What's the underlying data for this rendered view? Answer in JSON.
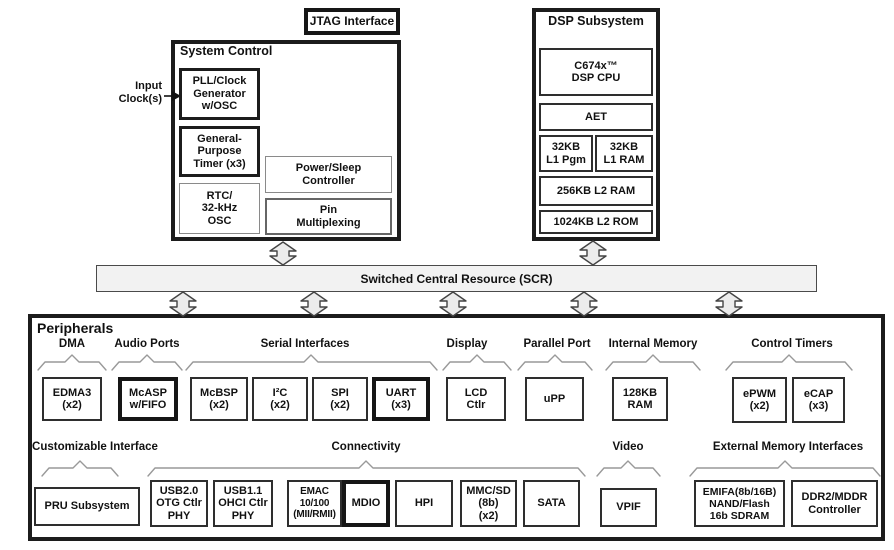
{
  "jtag": {
    "label": "JTAG Interface"
  },
  "input_clock": {
    "label": "Input\nClock(s)"
  },
  "system_control": {
    "title": "System Control",
    "pll": "PLL/Clock\nGenerator\nw/OSC",
    "gp_timer": "General-\nPurpose\nTimer (x3)",
    "rtc": "RTC/\n32-kHz\nOSC",
    "power_sleep": "Power/Sleep\nController",
    "pin_mux": "Pin\nMultiplexing"
  },
  "dsp": {
    "title": "DSP Subsystem",
    "cpu": "C674x™\nDSP CPU",
    "aet": "AET",
    "l1_pgm": "32KB\nL1 Pgm",
    "l1_ram": "32KB\nL1 RAM",
    "l2_ram": "256KB L2 RAM",
    "l2_rom": "1024KB L2 ROM"
  },
  "scr": {
    "label": "Switched Central Resource (SCR)"
  },
  "peripherals": {
    "title": "Peripherals",
    "groups": {
      "dma": {
        "label": "DMA",
        "edma3": "EDMA3\n(x2)"
      },
      "audio": {
        "label": "Audio Ports",
        "mcasp": "McASP\nw/FIFO"
      },
      "serial": {
        "label": "Serial Interfaces",
        "mcbsp": "McBSP\n(x2)",
        "i2c": "I²C\n(x2)",
        "spi": "SPI\n(x2)",
        "uart": "UART\n(x3)"
      },
      "display": {
        "label": "Display",
        "lcd": "LCD\nCtlr"
      },
      "parallel": {
        "label": "Parallel Port",
        "upp": "uPP"
      },
      "internal_memory": {
        "label": "Internal Memory",
        "ram": "128KB\nRAM"
      },
      "control_timers": {
        "label": "Control Timers",
        "epwm": "ePWM\n(x2)",
        "ecap": "eCAP\n(x3)"
      },
      "customizable": {
        "label": "Customizable Interface",
        "pru": "PRU Subsystem"
      },
      "connectivity": {
        "label": "Connectivity",
        "usb20": "USB2.0\nOTG Ctlr\nPHY",
        "usb11": "USB1.1\nOHCI Ctlr\nPHY",
        "emac": "EMAC\n10/100\n(MII/RMII)",
        "mdio": "MDIO",
        "hpi": "HPI",
        "mmcsd": "MMC/SD\n(8b)\n(x2)",
        "sata": "SATA"
      },
      "video": {
        "label": "Video",
        "vpif": "VPIF"
      },
      "external_memory": {
        "label": "External Memory Interfaces",
        "emifa": "EMIFA(8b/16B)\nNAND/Flash\n16b SDRAM",
        "ddr2": "DDR2/MDDR\nController"
      }
    }
  },
  "colors": {
    "bus_fill": "#f2f2f2",
    "arrow_fill": "#ececec",
    "border_dark": "#1c1c1c",
    "brace_gray": "#999999"
  }
}
